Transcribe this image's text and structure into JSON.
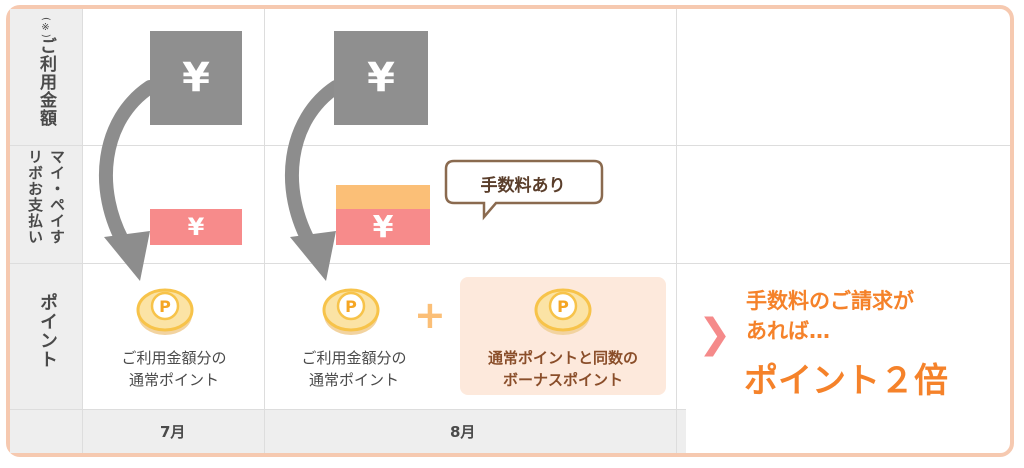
{
  "rows": {
    "amount_note": "(※)",
    "amount_label": "ご利用金額",
    "revo_label": "マイ・ペイす\nリボお支払い",
    "point_label": "ポイント"
  },
  "yen_symbol": "¥",
  "july": {
    "month": "7月",
    "point_label": "ご利用金額分の\n通常ポイント"
  },
  "august": {
    "month": "8月",
    "fee_bubble": "手数料あり",
    "point_label": "ご利用金額分の\n通常ポイント",
    "plus": "+",
    "bonus_label": "通常ポイントと同数の\nボーナスポイント"
  },
  "result": {
    "chevron": "❯",
    "line1": "手数料のご請求が",
    "line2": "あれば…",
    "big": "ポイント２倍"
  },
  "coin_letter": "P",
  "colors": {
    "frame": "#f6c9b0",
    "header_bg": "#eeeeee",
    "yen_gray": "#8f8f8f",
    "yen_pink": "#f78b8b",
    "fee_orange": "#fbbf77",
    "accent_orange": "#f5822a",
    "bonus_bg": "#fde9dc",
    "coin": "#f7c34a"
  }
}
